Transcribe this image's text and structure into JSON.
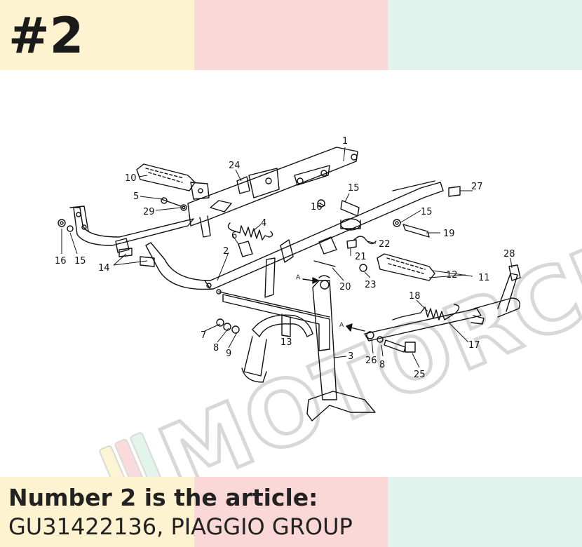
{
  "header": {
    "number_label": "#2"
  },
  "palette": {
    "yellow": "#fdf3d0",
    "pink": "#fad8d8",
    "mint": "#e0f3ec"
  },
  "watermark": {
    "text": "MOTORCIA",
    "colors": [
      "#fdf3d0",
      "#fad8d8",
      "#e0f3ec",
      "#d9d9d9"
    ]
  },
  "diagram": {
    "callouts": [
      "1",
      "2",
      "3",
      "4",
      "5",
      "6",
      "7",
      "8",
      "8",
      "9",
      "10",
      "11",
      "12",
      "13",
      "14",
      "15",
      "15",
      "15",
      "16",
      "16",
      "17",
      "18",
      "19",
      "20",
      "21",
      "22",
      "23",
      "24",
      "25",
      "26",
      "27",
      "28",
      "29"
    ],
    "arrow_label_1": "A",
    "arrow_label_2": "A"
  },
  "footer": {
    "line1": "Number 2 is the article:",
    "line2": "GU31422136, PIAGGIO GROUP"
  }
}
